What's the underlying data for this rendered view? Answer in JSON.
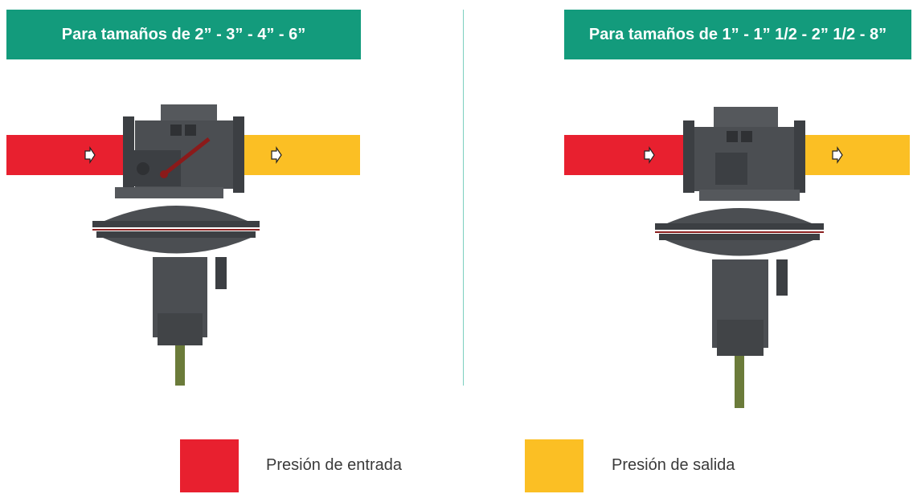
{
  "panels": {
    "left": {
      "title": "Para tamaños de 2” - 3” - 4” - 6”"
    },
    "right": {
      "title": "Para tamaños de 1” - 1” 1/2 - 2” 1/2 - 8”"
    }
  },
  "legend": {
    "inlet": {
      "label": "Presión de entrada",
      "color": "#e8202f"
    },
    "outlet": {
      "label": "Presión de salida",
      "color": "#fbbf24"
    }
  },
  "colors": {
    "header": "#139b7c",
    "divider": "#7ccfc0",
    "valve_body": "#4b4e52",
    "valve_dark": "#2f3134",
    "stem": "#6b7b3a",
    "lever": "#8b1a1a"
  },
  "icons": {
    "flow_arrow": "arrow-right-outline-icon"
  }
}
